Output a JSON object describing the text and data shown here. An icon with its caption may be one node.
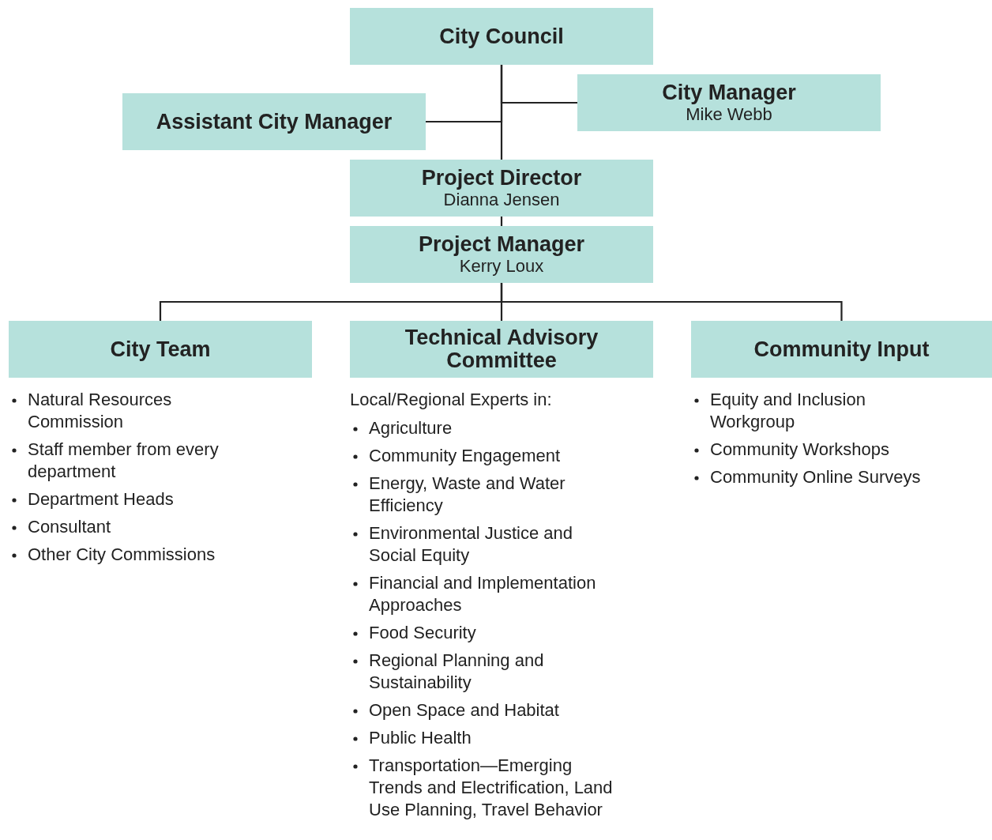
{
  "diagram": {
    "nodes": [
      {
        "text": [
          "City Council"
        ]
      },
      {
        "text": [
          "Assistant City Manager"
        ]
      },
      {
        "text": [
          "City Manager",
          "Mike Webb"
        ]
      },
      {
        "text": [
          "Project Director",
          "Dianna Jensen"
        ]
      },
      {
        "text": [
          "Project Manager",
          "Kerry Loux"
        ]
      },
      {
        "text": [
          "City Team"
        ],
        "beside": [
          "Natural Resources Commission",
          "Staff member from every department",
          "Department Heads",
          "Consultant",
          "Other City Commissions"
        ]
      },
      {
        "text": [
          "Technical Advisory Committee"
        ],
        "beside": [
          "Agriculture",
          "Community Engagement",
          "Energy, Waste and Water Efficiency",
          "Environmental Justice and Social Equity",
          "Financial and Implementation Approaches",
          "Food Security",
          "Regional Planning and Sustainability",
          "Open Space and Habitat",
          "Public Health",
          "Transportation—Emerging Trends and Electrification, Land Use Planning, Travel Behavior"
        ]
      },
      {
        "text": [
          "Community Input"
        ],
        "beside": [
          "Equity and Inclusion Workgroup",
          "Community Workshops",
          "Community Online Surveys"
        ]
      }
    ],
    "edges": [
      {
        "from": 0,
        "to": 3,
        "arrow": "none"
      },
      {
        "from": 0,
        "to": 2,
        "arrow": "none"
      },
      {
        "from": 0,
        "to": 1,
        "arrow": "none"
      },
      {
        "from": 3,
        "to": 4,
        "arrow": "none"
      },
      {
        "from": 4,
        "to": 5,
        "arrow": "none"
      },
      {
        "from": 4,
        "to": 6,
        "arrow": "none"
      },
      {
        "from": 4,
        "to": 7,
        "arrow": "none"
      }
    ],
    "labels": [
      "Local/Regional Experts in:"
    ]
  }
}
